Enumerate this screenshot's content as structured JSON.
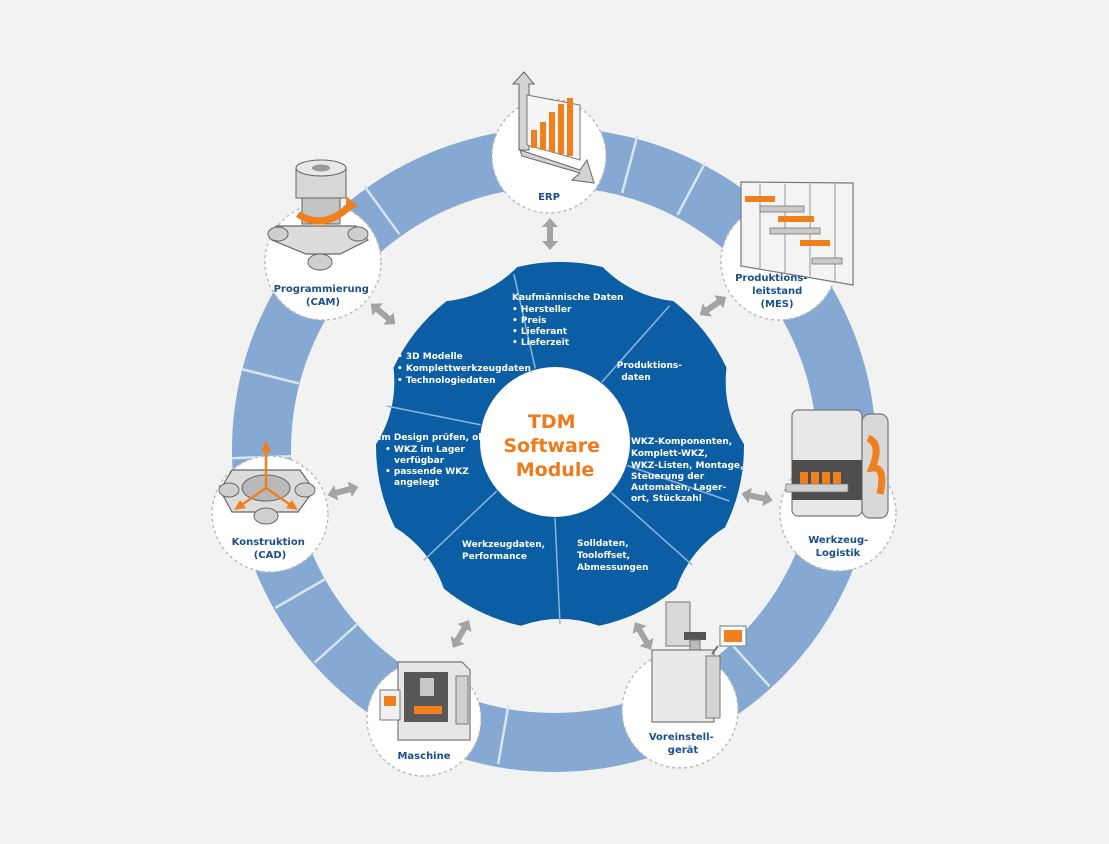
{
  "center": {
    "lines": [
      "TDM",
      "Software",
      "Module"
    ]
  },
  "colors": {
    "gear": "#0b5ea4",
    "ring": "#86a9d3",
    "accent": "#f07f1d",
    "label": "#1a4f8c"
  },
  "segments": [
    {
      "id": "kaufm",
      "lines": [
        "Kaufmännische Daten",
        "• Hersteller",
        "• Preis",
        "• Lieferant",
        "• Lieferzeit"
      ]
    },
    {
      "id": "produktion",
      "lines": [
        "Produktions-",
        "daten"
      ]
    },
    {
      "id": "wkz",
      "lines": [
        "WKZ-Komponenten,",
        "Komplett-WKZ,",
        "WKZ-Listen, Montage,",
        "Steuerung der",
        "Automaten, Lager-",
        "ort, Stückzahl"
      ]
    },
    {
      "id": "solldaten",
      "lines": [
        "Solldaten,",
        "Tooloffset,",
        "Abmessungen"
      ]
    },
    {
      "id": "werkzeugdaten",
      "lines": [
        "Werkzeugdaten,",
        "Performance"
      ]
    },
    {
      "id": "design",
      "lines": [
        "Im Design prüfen, ob:",
        "• WKZ im Lager",
        "verfügbar",
        "• passende WKZ",
        "angelegt"
      ]
    },
    {
      "id": "modelle",
      "lines": [
        "• 3D Modelle",
        "• Komplettwerkzeugdaten",
        "• Technologiedaten"
      ]
    }
  ],
  "nodes": [
    {
      "id": "erp",
      "icon": "bar-chart-icon",
      "lines": [
        "ERP"
      ]
    },
    {
      "id": "mes",
      "icon": "gantt-board-icon",
      "lines": [
        "Produktions-",
        "leitstand",
        "(MES)"
      ]
    },
    {
      "id": "logistik",
      "icon": "tool-cabinet-icon",
      "lines": [
        "Werkzeug-",
        "Logistik"
      ]
    },
    {
      "id": "voreinstell",
      "icon": "presetting-device-icon",
      "lines": [
        "Voreinstell-",
        "gerät"
      ]
    },
    {
      "id": "maschine",
      "icon": "machine-tool-icon",
      "lines": [
        "Maschine"
      ]
    },
    {
      "id": "cad",
      "icon": "cad-part-icon",
      "lines": [
        "Konstruktion",
        "(CAD)"
      ]
    },
    {
      "id": "cam",
      "icon": "cam-part-icon",
      "lines": [
        "Programmierung",
        "(CAM)"
      ]
    }
  ]
}
